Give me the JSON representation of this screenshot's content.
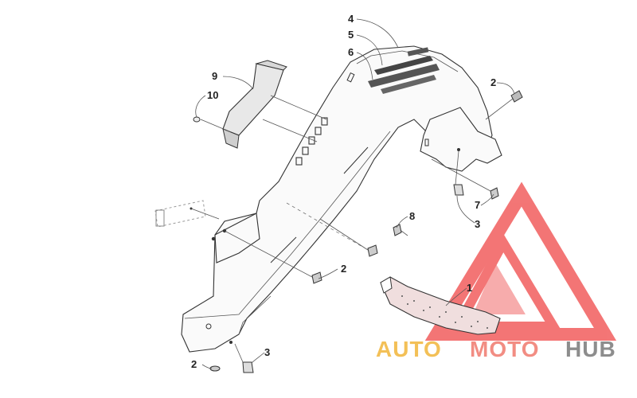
{
  "diagram": {
    "callouts": [
      {
        "id": "c4a",
        "label": "4"
      },
      {
        "id": "c5",
        "label": "5"
      },
      {
        "id": "c6",
        "label": "6"
      },
      {
        "id": "c9",
        "label": "9"
      },
      {
        "id": "c10",
        "label": "10"
      },
      {
        "id": "c2a",
        "label": "2"
      },
      {
        "id": "c7",
        "label": "7"
      },
      {
        "id": "c3a",
        "label": "3"
      },
      {
        "id": "c8",
        "label": "8"
      },
      {
        "id": "c2b",
        "label": "2"
      },
      {
        "id": "c1",
        "label": "1"
      },
      {
        "id": "c2c",
        "label": "2"
      },
      {
        "id": "c3b",
        "label": "3"
      }
    ]
  },
  "watermark": {
    "brand_auto": "AUTO",
    "brand_moto": "MOTO",
    "brand_hub": "HUB",
    "color_auto": "#f2b63a",
    "color_moto": "#f07a6e",
    "color_hub": "#7a7a7a",
    "triangle_color": "#ef4848"
  }
}
